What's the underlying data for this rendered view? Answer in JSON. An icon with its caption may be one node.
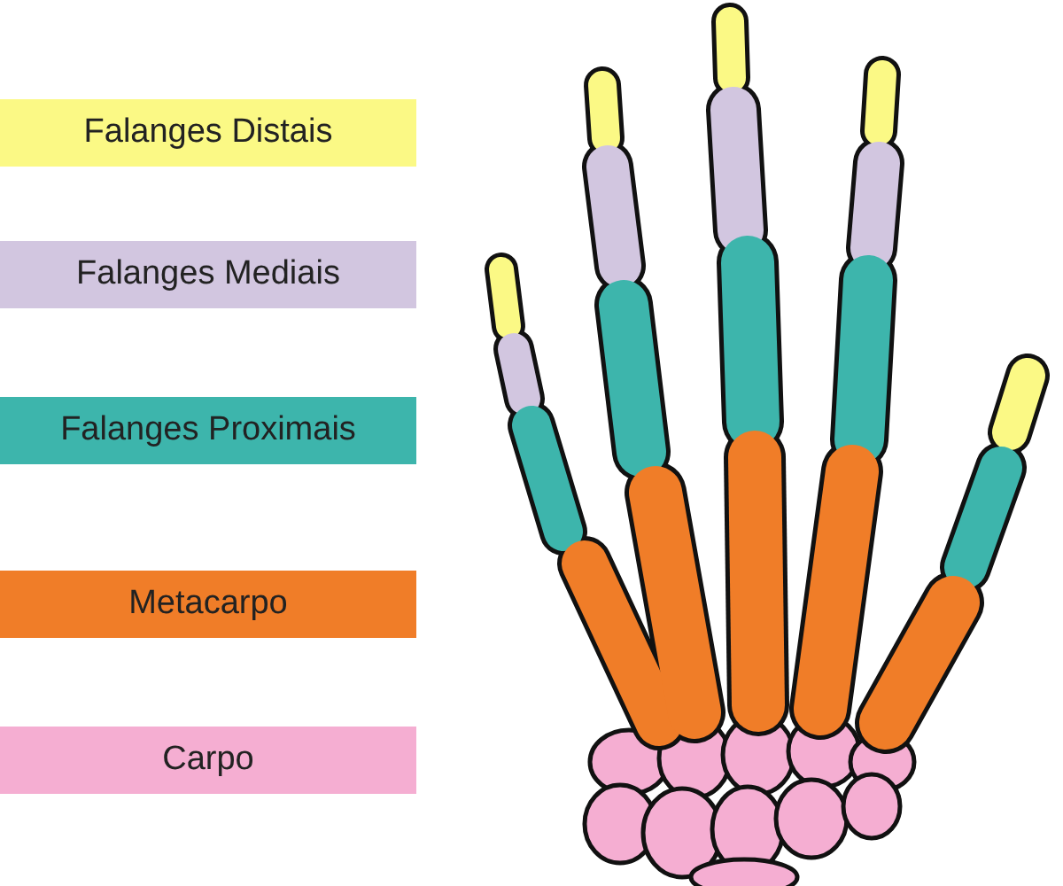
{
  "diagram": {
    "legend": [
      {
        "text": "Falanges Distais",
        "color": "#fbf985"
      },
      {
        "text": "Falanges Mediais",
        "color": "#d2c6e0"
      },
      {
        "text": "Falanges Proximais",
        "color": "#3db5ac"
      },
      {
        "text": "Metacarpo",
        "color": "#f07d28"
      },
      {
        "text": "Carpo",
        "color": "#f5aed2"
      }
    ]
  }
}
